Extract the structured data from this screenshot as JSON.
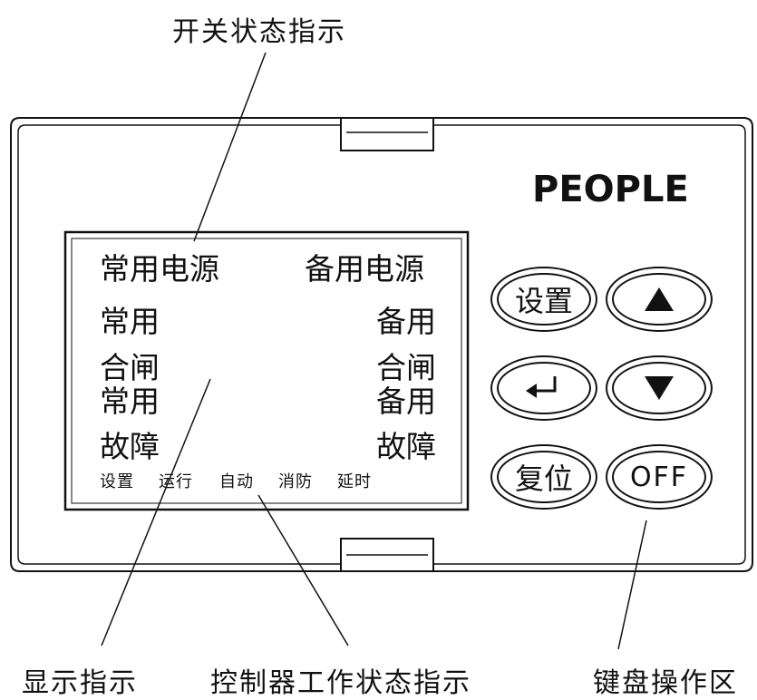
{
  "callouts": {
    "switch_status": "开关状态指示",
    "display": "显示指示",
    "controller_status": "控制器工作状态指示",
    "keyboard": "键盘操作区"
  },
  "brand": "PEOPLE",
  "display": {
    "normal_power": "常用电源",
    "backup_power": "备用电源",
    "left_normal": "常用",
    "right_backup": "备用",
    "left_closed": "合闸",
    "right_closed": "合闸",
    "left_normal_2": "常用",
    "right_backup_2": "备用",
    "left_fault": "故障",
    "right_fault": "故障",
    "status_items": [
      "设置",
      "运行",
      "自动",
      "消防",
      "延时"
    ]
  },
  "buttons": {
    "settings": "设置",
    "up": "up-arrow-icon",
    "enter": "enter-arrow-icon",
    "down": "down-arrow-icon",
    "reset": "复位",
    "off": "OFF"
  }
}
